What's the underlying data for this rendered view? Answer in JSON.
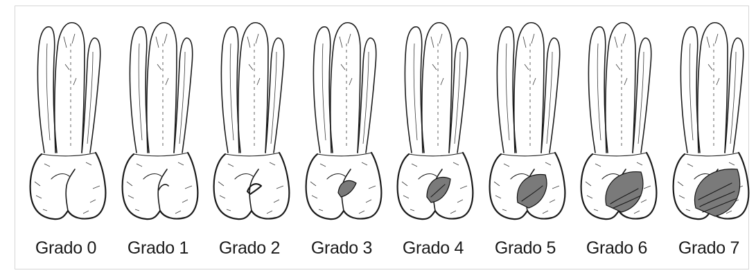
{
  "figure": {
    "grades": [
      {
        "label": "Grado 0",
        "level": 0
      },
      {
        "label": "Grado 1",
        "level": 1
      },
      {
        "label": "Grado 2",
        "level": 2
      },
      {
        "label": "Grado 3",
        "level": 3
      },
      {
        "label": "Grado 4",
        "level": 4
      },
      {
        "label": "Grado 5",
        "level": 5
      },
      {
        "label": "Grado 6",
        "level": 6
      },
      {
        "label": "Grado 7",
        "level": 7
      }
    ]
  }
}
